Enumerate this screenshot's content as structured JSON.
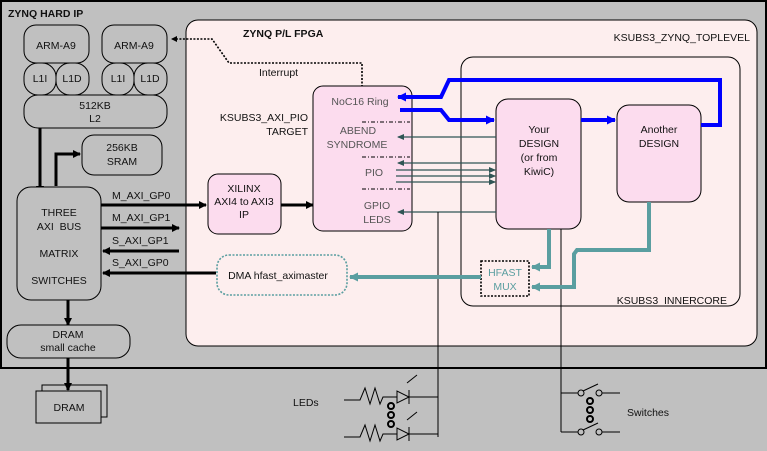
{
  "diagram": {
    "hard_ip": {
      "title": "ZYNQ HARD IP",
      "cpu0": "ARM-A9",
      "cpu1": "ARM-A9",
      "l1i": "L1I",
      "l1d": "L1D",
      "l2_line1": "512KB",
      "l2_line2": "L2",
      "sram_line1": "256KB",
      "sram_line2": "SRAM",
      "matrix_line1": "THREE",
      "matrix_line2": "AXI  BUS",
      "matrix_line3": "MATRIX",
      "matrix_line4": "SWITCHES",
      "dram_cache_line1": "DRAM",
      "dram_cache_line2": "small cache",
      "dram": "DRAM"
    },
    "ports": {
      "m_axi_gp0": "M_AXI_GP0",
      "m_axi_gp1": "M_AXI_GP1",
      "s_axi_gp1": "S_AXI_GP1",
      "s_axi_gp0": "S_AXI_GP0"
    },
    "fpga": {
      "title": "ZYNQ P/L FPGA",
      "toplevel": "KSUBS3_ZYNQ_TOPLEVEL",
      "innercore": "KSUBS3_INNERCORE",
      "interrupt": "Interrupt",
      "pio_target_line1": "KSUBS3_AXI_PIO",
      "pio_target_line2": "TARGET",
      "xilinx_line1": "XILINX",
      "xilinx_line2": "AXI4 to AXI3",
      "xilinx_line3": "IP",
      "noc": "NoC16 Ring",
      "abend_line1": "ABEND",
      "abend_line2": "SYNDROME",
      "pio": "PIO",
      "gpio_line1": "GPIO",
      "gpio_line2": "LEDS",
      "dma": "DMA hfast_aximaster",
      "your_line1": "Your",
      "your_line2": "DESIGN",
      "your_line3": "(or from",
      "your_line4": "KiwiC)",
      "another_line1": "Another",
      "another_line2": "DESIGN",
      "hfast_line1": "HFAST",
      "hfast_line2": "MUX"
    },
    "external": {
      "leds": "LEDs",
      "switches": "Switches"
    },
    "colors": {
      "background": "#c0c0c0",
      "fpga_fill": "#fdeeee",
      "block_fill": "#fcdcee",
      "noc_ring": "#0000ff",
      "hfast_bus": "#5a9ea0",
      "pio_wire": "#2f5555"
    }
  }
}
